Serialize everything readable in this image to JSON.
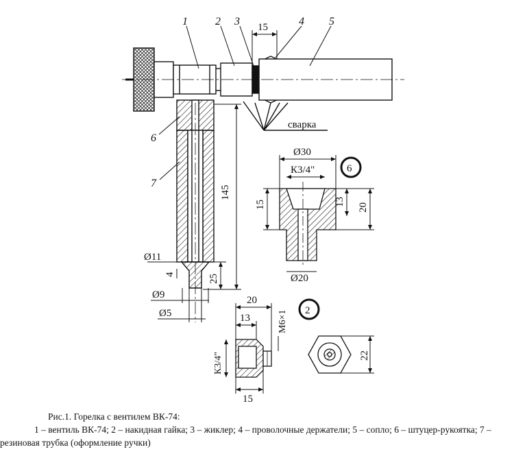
{
  "labels": {
    "part1": "1",
    "part2": "2",
    "part3": "3",
    "part4": "4",
    "part5": "5",
    "part6": "6",
    "part7": "7",
    "weld": "сварка",
    "detail6": "6",
    "detail2": "2"
  },
  "dims": {
    "d15_top": "15",
    "d145": "145",
    "d11": "Ø11",
    "d4": "4",
    "d25": "25",
    "d9": "Ø9",
    "d5": "Ø5",
    "d30": "Ø30",
    "k34_a": "К3/4\"",
    "d15_left": "15",
    "d13_right": "13",
    "d20_right": "20",
    "d20_bottom": "Ø20",
    "d20_top2": "20",
    "d13_2": "13",
    "m6": "М6×1",
    "k34_b": "К3/4\"",
    "d15_bottom2": "15",
    "d22": "22"
  },
  "caption": {
    "title": "Рис.1. Горелка с вентилем ВК-74:",
    "body": "1 – вентиль ВК-74; 2 – накидная гайка; 3 – жиклер; 4 – проволочные держатели; 5 – сопло; 6 – штуцер-рукоятка; 7 – резиновая трубка (оформление ручки)"
  }
}
